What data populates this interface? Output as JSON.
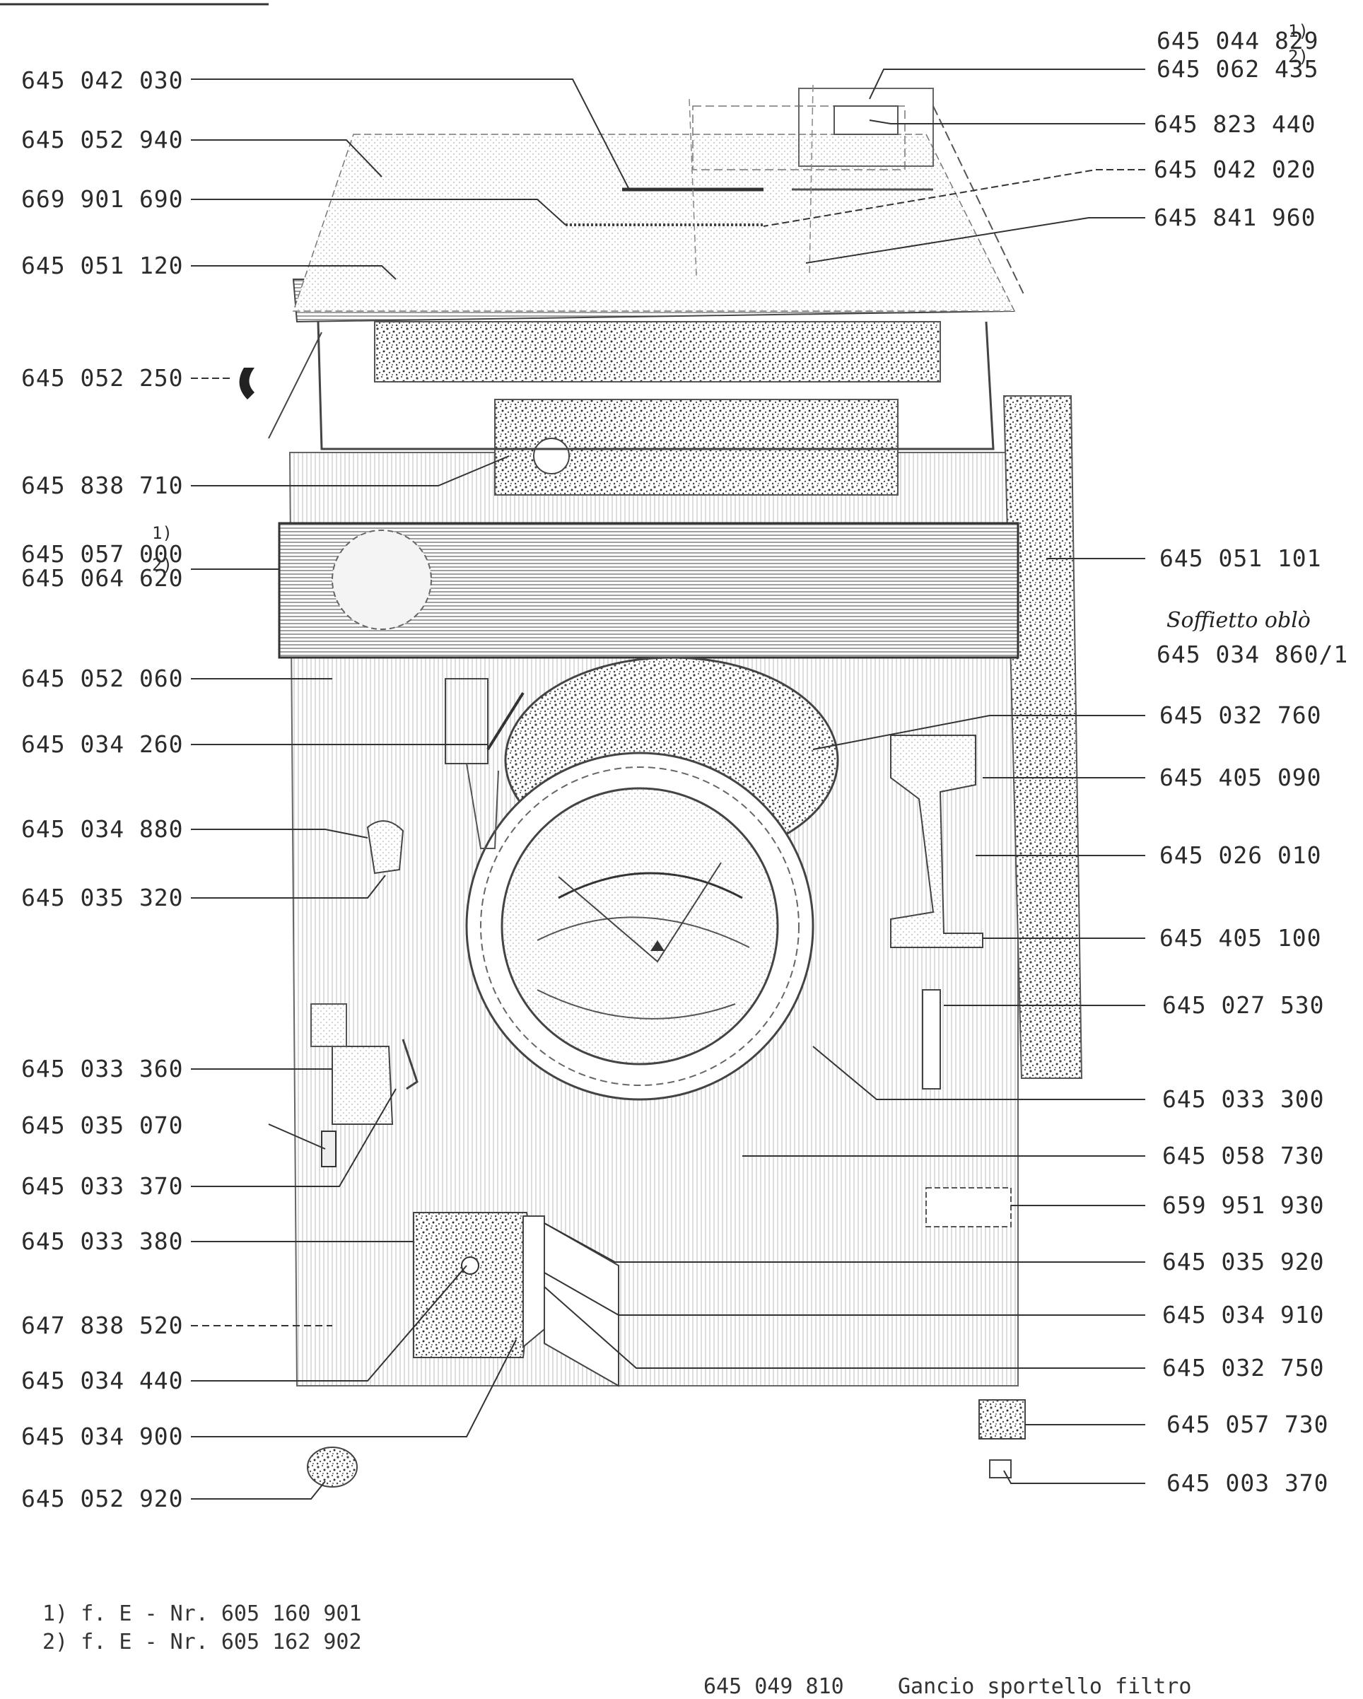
{
  "left_labels": [
    "645 042 030",
    "645 052 940",
    "669 901 690",
    "645 051 120",
    "645 052 250",
    "645 838 710",
    "645 057 000",
    "645 064 620",
    "645 052 060",
    "645 034 260",
    "645 034 880",
    "645 035 320",
    "645 033 360",
    "645 035 070",
    "645 033 370",
    "645 033 380",
    "647 838 520",
    "645 034 440",
    "645 034 900",
    "645 052 920"
  ],
  "right_labels": [
    "645 044 829",
    "645 062 435",
    "645 823 440",
    "645 042 020",
    "645 841 960",
    "645 051 101",
    "645 034 860/1",
    "645 032 760",
    "645 405 090",
    "645 026 010",
    "645 405 100",
    "645 027 530",
    "645 033 300",
    "645 058 730",
    "659 951 930",
    "645 035 920",
    "645 034 910",
    "645 032 750",
    "645 057 730",
    "645 003 370"
  ],
  "handwritten_note": "Soffietto oblò",
  "superscripts": {
    "one": "1)",
    "two": "2)"
  },
  "footnotes": [
    {
      "marker": "1)",
      "text": "f.  E - Nr.  605 160 901"
    },
    {
      "marker": "2)",
      "text": "f.  E - Nr.  605 162 902"
    }
  ],
  "bottom_part": {
    "code": "645 049 810",
    "description": "Gancio sportello filtro"
  }
}
